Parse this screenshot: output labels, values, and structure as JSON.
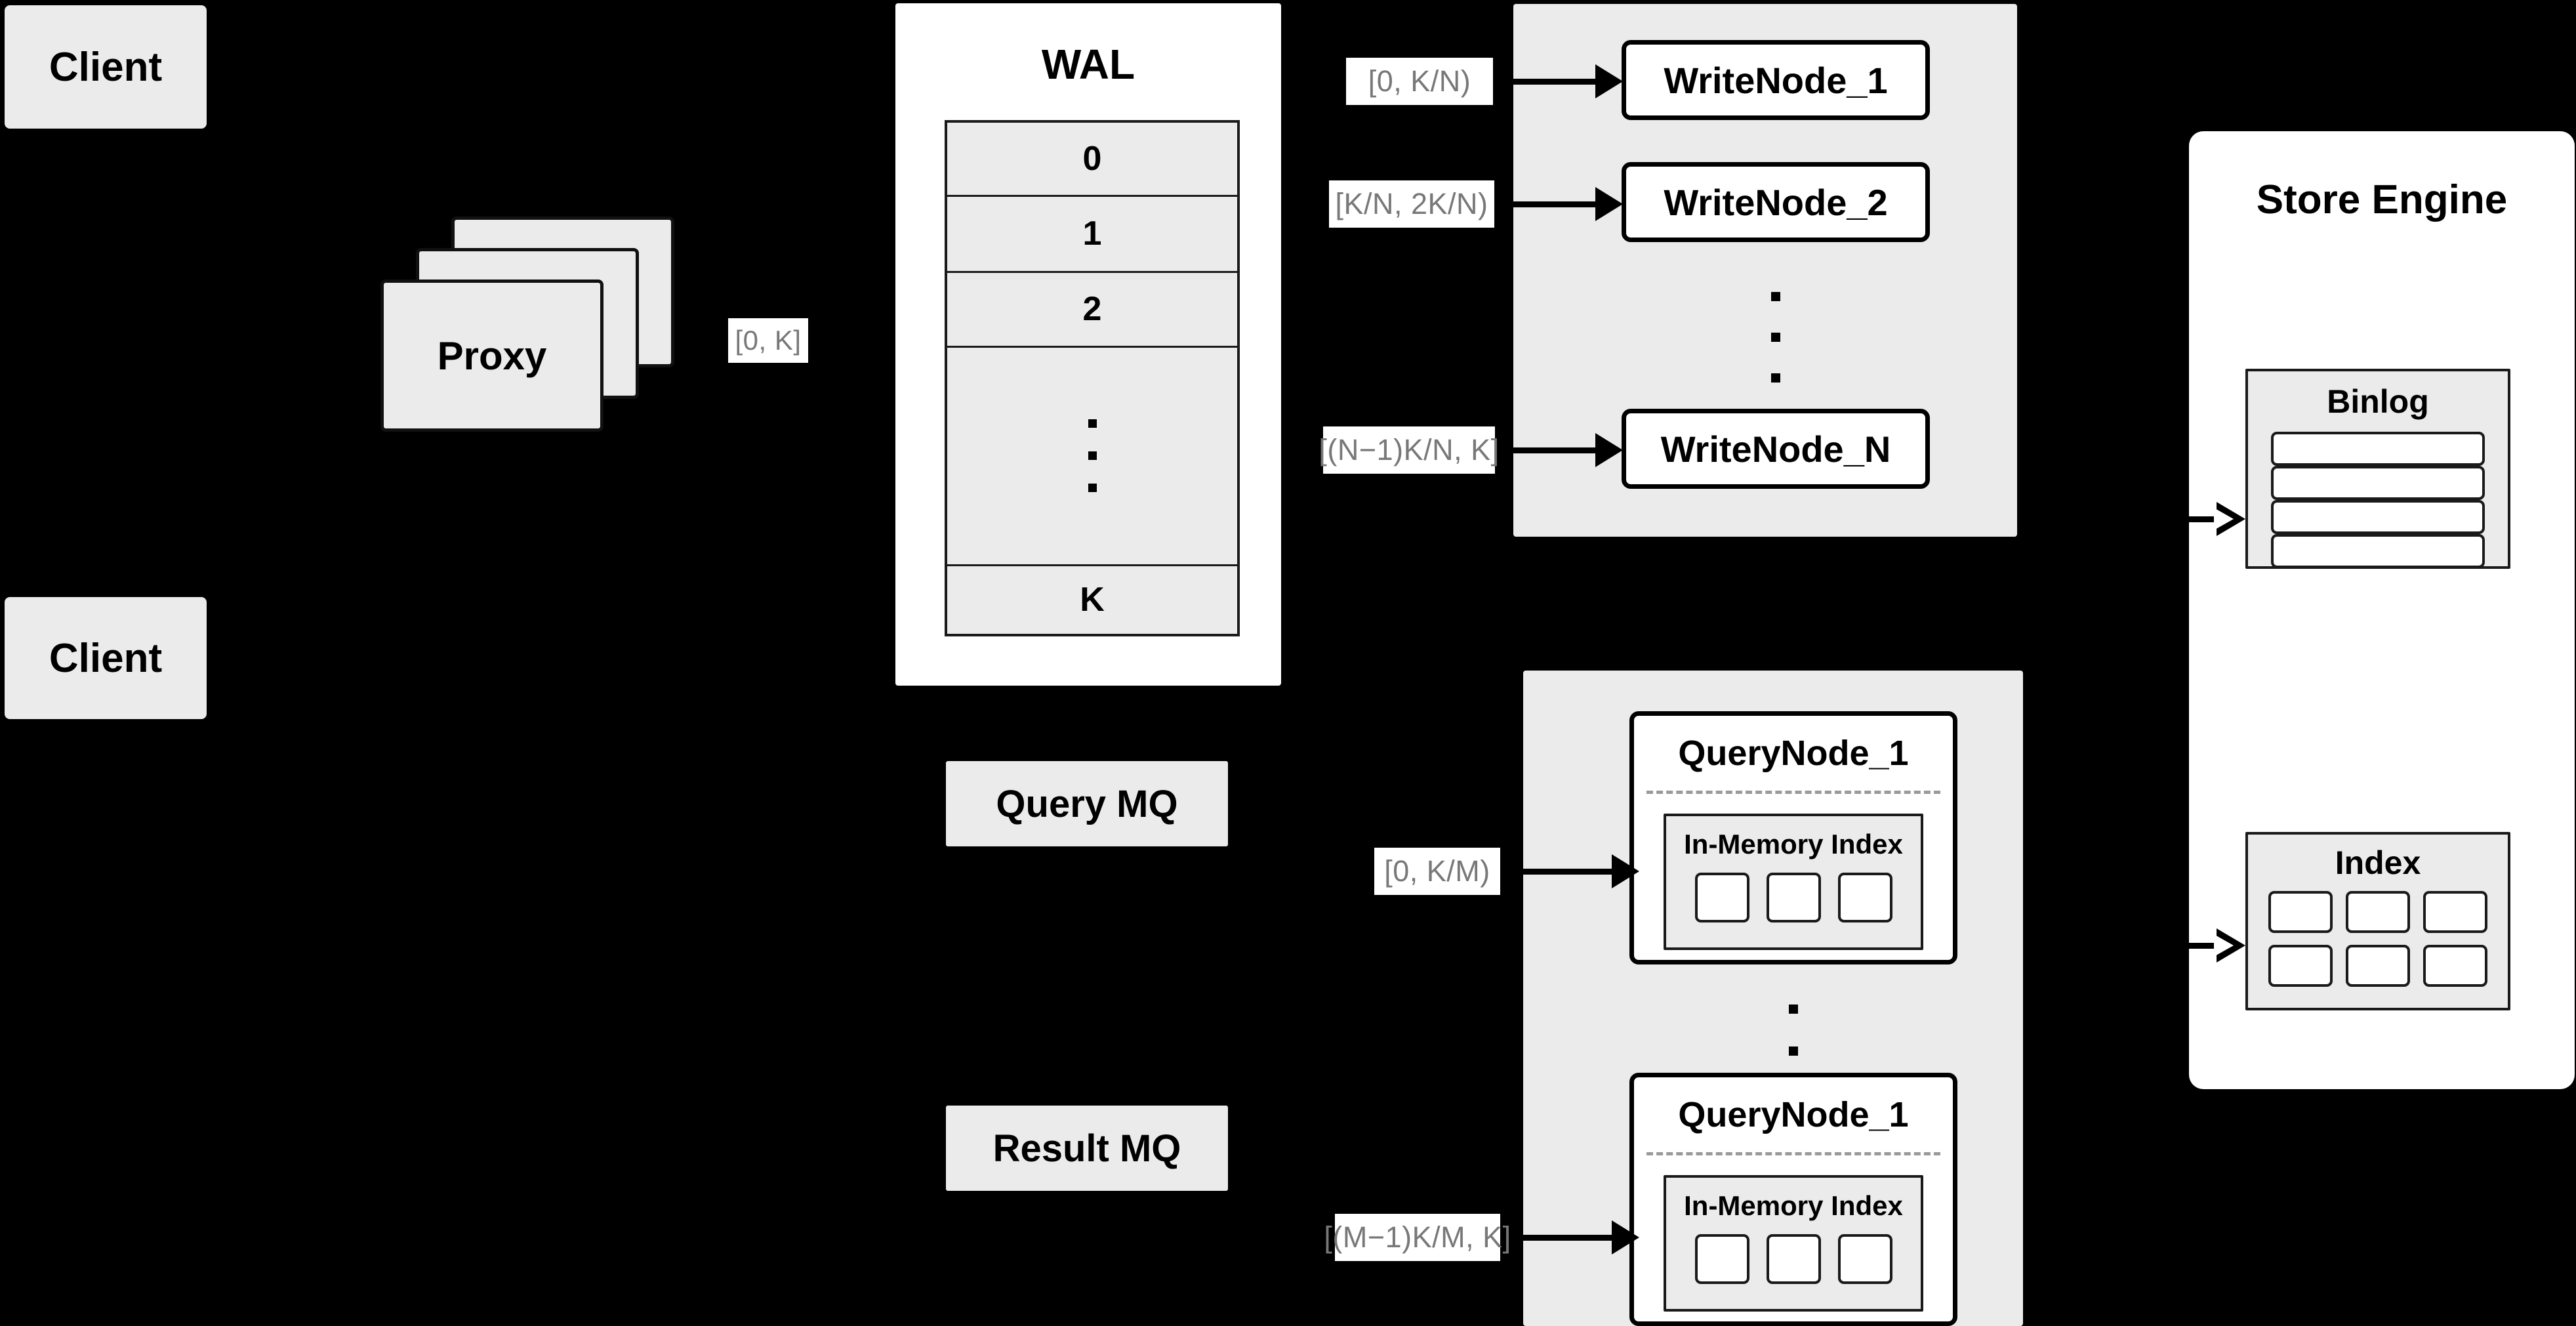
{
  "diagram": {
    "title": "Distributed Write-Ahead-Log Vector Database Architecture",
    "background_color": "#000000",
    "node_fill_grey": "#ebebeb",
    "node_fill_white": "#ffffff",
    "stroke_color": "#000000",
    "label_text_color": "#787878"
  },
  "clients": [
    {
      "label": "Client"
    },
    {
      "label": "Client"
    }
  ],
  "proxy": {
    "label": "Proxy",
    "stack_count": 3
  },
  "edge_labels": {
    "proxy_to_wal": "[0, K]",
    "wal_to_writenode_1": "[0,  K/N)",
    "wal_to_writenode_2": "[K/N, 2K/N)",
    "wal_to_writenode_n": "[(N−1)K/N,  K]",
    "mq_to_querynode_1": "[0, K/M)",
    "mq_to_querynode_m": "[(M−1)K/M, K]"
  },
  "wal": {
    "title": "WAL",
    "rows": [
      "0",
      "1",
      "2",
      "⋮",
      "K"
    ]
  },
  "message_queues": [
    {
      "label": "Query MQ"
    },
    {
      "label": "Result MQ"
    }
  ],
  "write_nodes": {
    "items": [
      {
        "label": "WriteNode_1"
      },
      {
        "label": "WriteNode_2"
      },
      {
        "label": "WriteNode_N"
      }
    ],
    "ellipsis": "⋮"
  },
  "query_nodes": {
    "items": [
      {
        "label": "QueryNode_1",
        "index": {
          "label": "In-Memory Index",
          "slot_count": 3
        }
      },
      {
        "label": "QueryNode_1",
        "index": {
          "label": "In-Memory Index",
          "slot_count": 3
        }
      }
    ],
    "ellipsis": "⋮"
  },
  "store_engine": {
    "title": "Store Engine",
    "binlog": {
      "label": "Binlog",
      "segment_count": 4
    },
    "index": {
      "label": "Index",
      "slot_count": 6
    }
  }
}
